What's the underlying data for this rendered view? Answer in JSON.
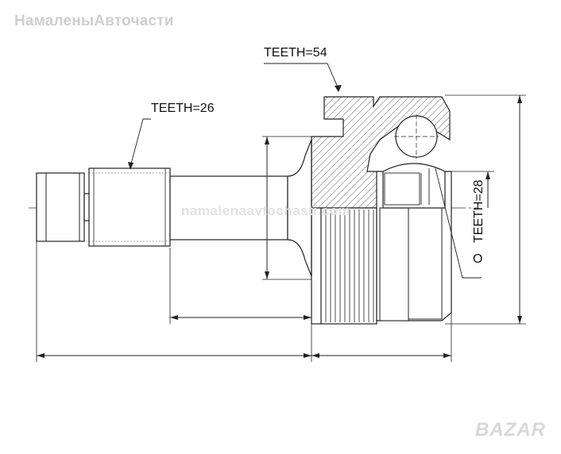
{
  "watermarks": {
    "top": "НамаленыАвточасти",
    "middle": "namalenaavtochasti.com",
    "logo": "BAZAR"
  },
  "labels": {
    "teeth_outer": "TEETH=54",
    "teeth_shaft": "TEETH=26",
    "teeth_inner": "TEETH=28",
    "o_ring": "O"
  }
}
